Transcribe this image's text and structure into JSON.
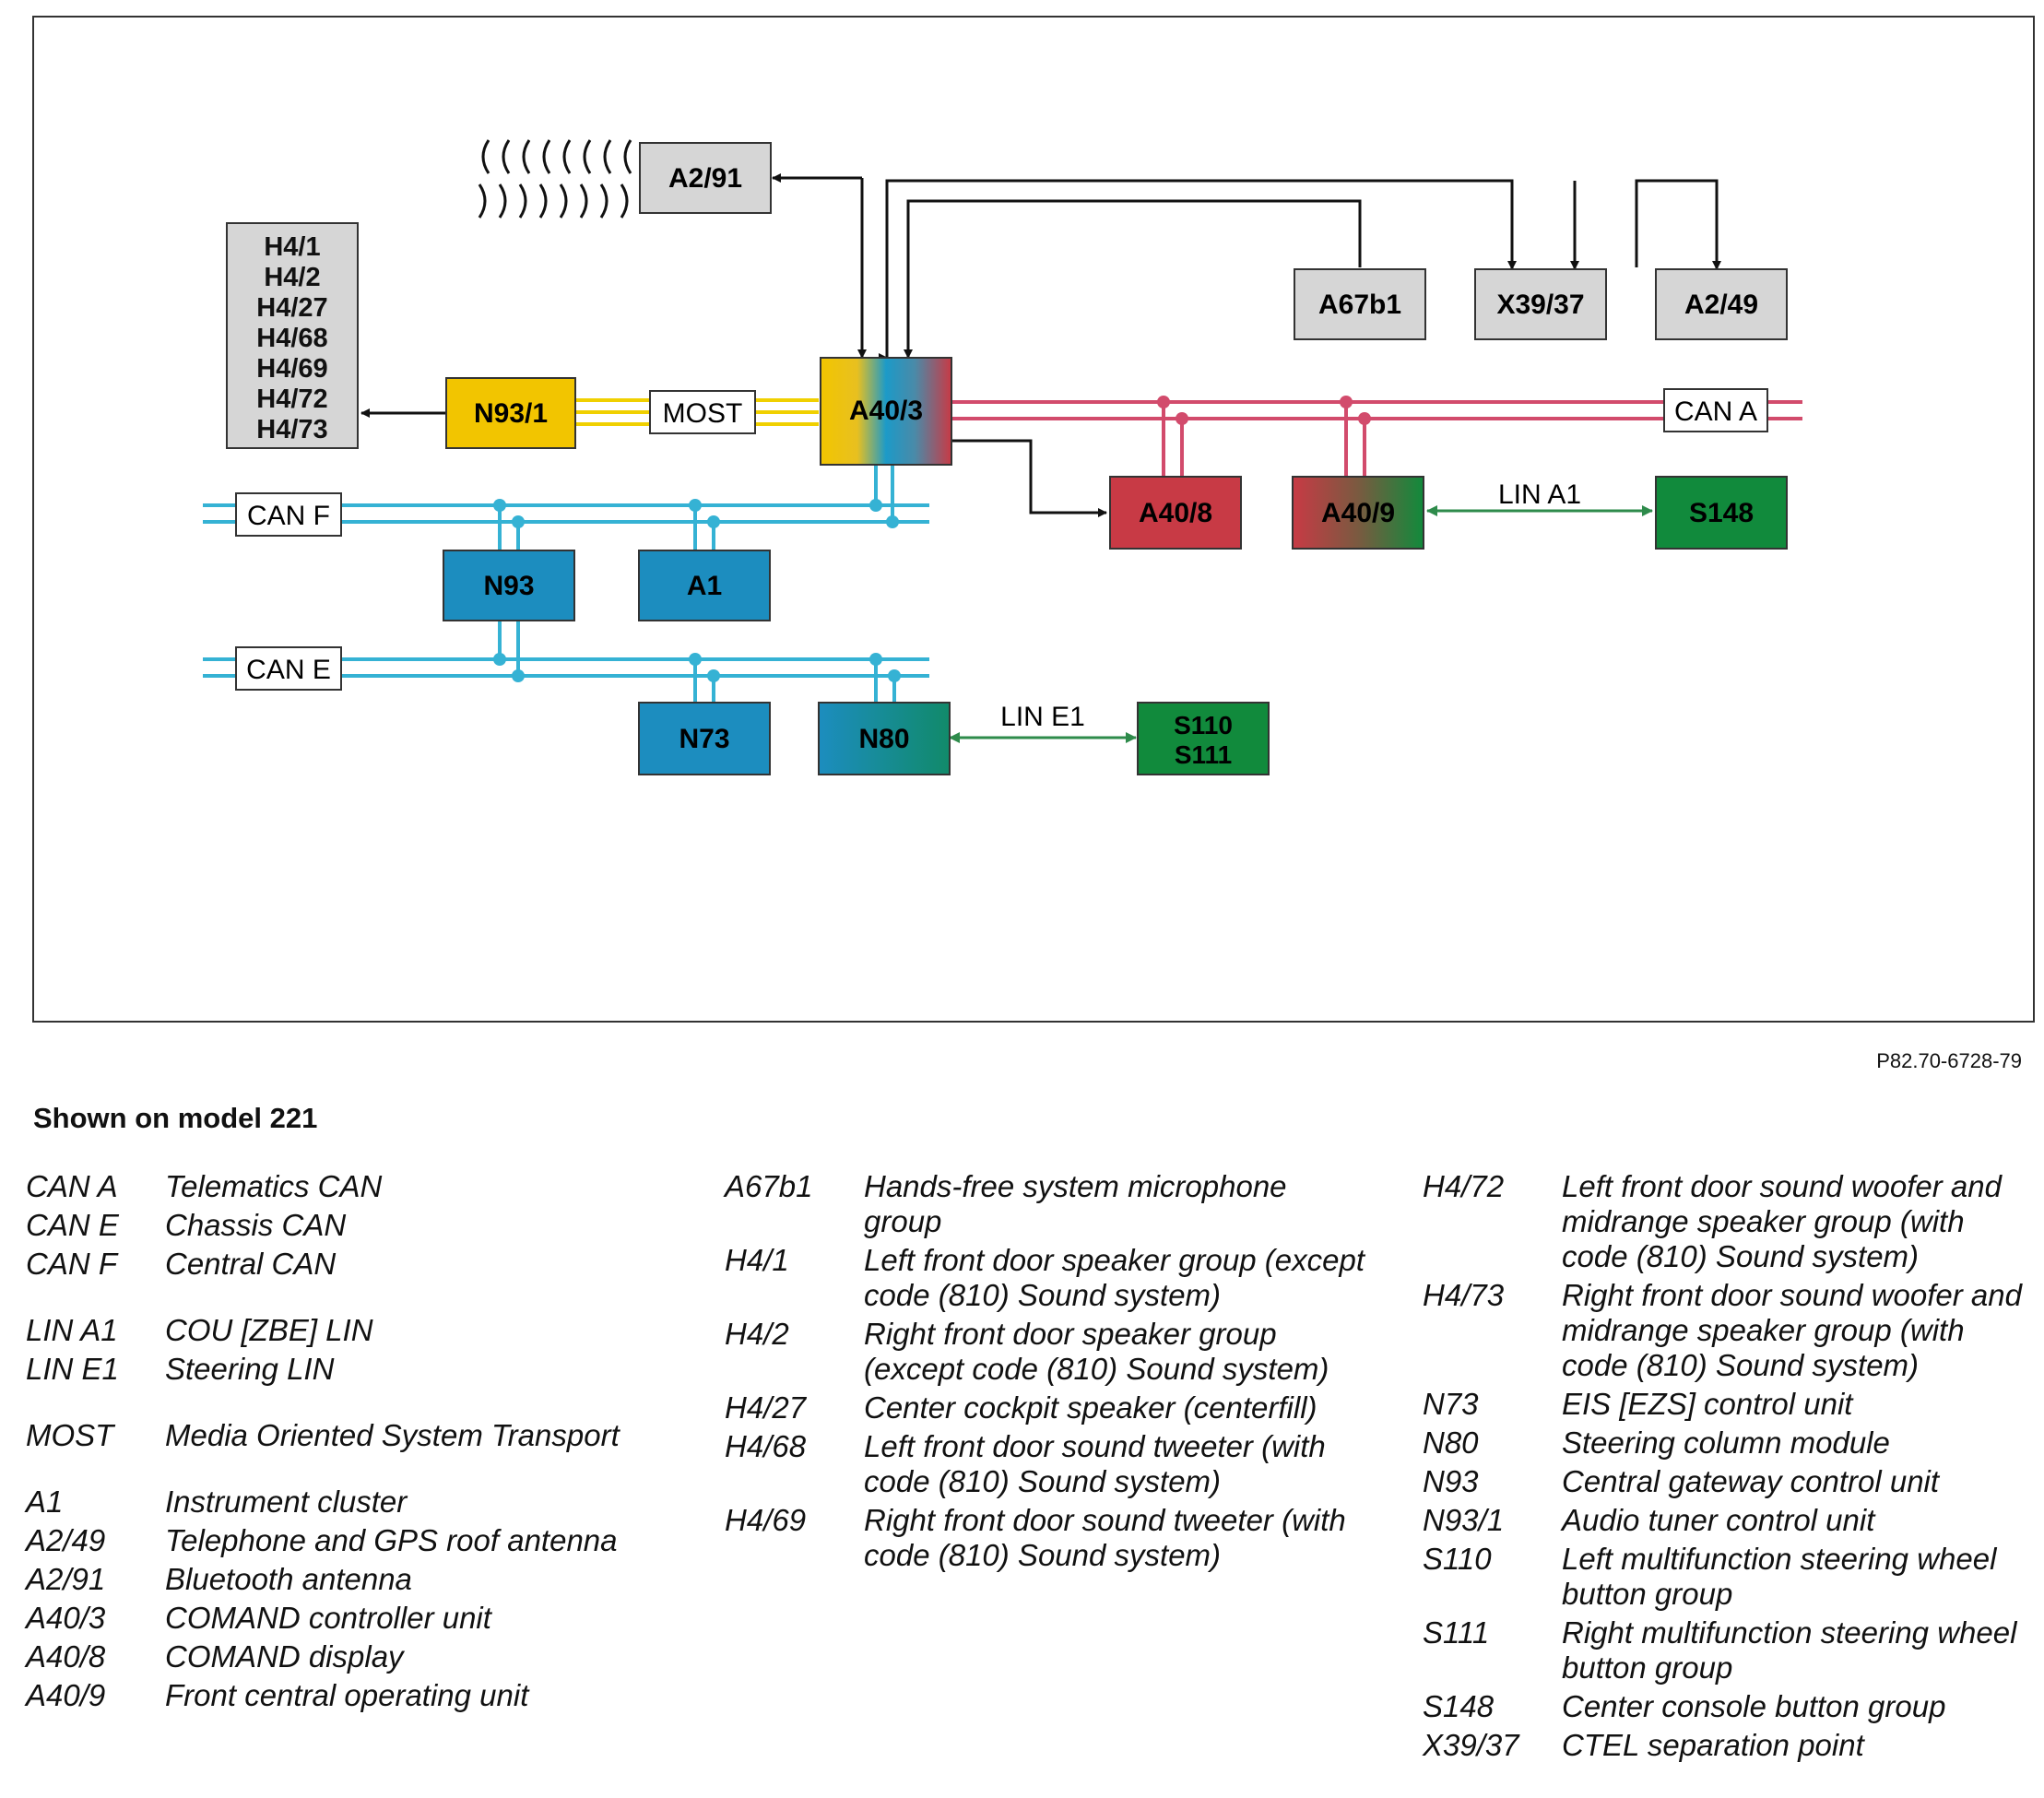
{
  "diagram": {
    "speaker_list": [
      "H4/1",
      "H4/2",
      "H4/27",
      "H4/68",
      "H4/69",
      "H4/72",
      "H4/73"
    ],
    "units": {
      "a2_91": "A2/91",
      "a67b1": "A67b1",
      "x39_37": "X39/37",
      "a2_49": "A2/49",
      "n93_1": "N93/1",
      "a40_3": "A40/3",
      "a40_8": "A40/8",
      "a40_9": "A40/9",
      "s148": "S148",
      "n93": "N93",
      "a1": "A1",
      "n73": "N73",
      "n80": "N80",
      "s110": "S110",
      "s111": "S111"
    },
    "bus_labels": {
      "most": "MOST",
      "can_a": "CAN A",
      "can_f": "CAN F",
      "can_e": "CAN E",
      "lin_a1": "LIN A1",
      "lin_e1": "LIN E1"
    },
    "colors": {
      "yellow": "#f2c500",
      "blue": "#1c8dbf",
      "red": "#c83a45",
      "green": "#118a3c",
      "gray": "#d6d6d6",
      "can_a_line": "#d24b6c",
      "can_line": "#35b2d4",
      "most_line": "#f0d000",
      "lin_line": "#2e8b4b"
    }
  },
  "reference": "P82.70-6728-79",
  "subtitle": "Shown on model 221",
  "legend": {
    "col1": [
      {
        "code": "CAN A",
        "desc": "Telematics CAN"
      },
      {
        "code": "CAN E",
        "desc": "Chassis CAN"
      },
      {
        "code": "CAN F",
        "desc": "Central CAN",
        "gap_after": true
      },
      {
        "code": "LIN A1",
        "desc": "COU [ZBE] LIN"
      },
      {
        "code": "LIN E1",
        "desc": "Steering LIN",
        "gap_after": true
      },
      {
        "code": "MOST",
        "desc": "Media Oriented System Transport",
        "gap_after": true
      },
      {
        "code": "A1",
        "desc": "Instrument cluster"
      },
      {
        "code": "A2/49",
        "desc": "Telephone and GPS roof antenna"
      },
      {
        "code": "A2/91",
        "desc": "Bluetooth antenna"
      },
      {
        "code": "A40/3",
        "desc": "COMAND controller unit"
      },
      {
        "code": "A40/8",
        "desc": "COMAND display"
      },
      {
        "code": "A40/9",
        "desc": "Front central operating unit"
      }
    ],
    "col2": [
      {
        "code": "A67b1",
        "desc": "Hands-free system microphone group"
      },
      {
        "code": "H4/1",
        "desc": "Left front door speaker group (except code (810) Sound system)"
      },
      {
        "code": "H4/2",
        "desc": "Right front door speaker group (except code (810) Sound system)"
      },
      {
        "code": "H4/27",
        "desc": "Center cockpit speaker (centerfill)"
      },
      {
        "code": "H4/68",
        "desc": "Left front door sound tweeter (with code (810) Sound system)"
      },
      {
        "code": "H4/69",
        "desc": "Right front door sound tweeter (with code (810) Sound system)"
      }
    ],
    "col3": [
      {
        "code": "H4/72",
        "desc": "Left front door sound woofer and midrange speaker group (with code (810) Sound system)"
      },
      {
        "code": "H4/73",
        "desc": "Right front door sound woofer and midrange speaker group (with code (810) Sound system)"
      },
      {
        "code": "N73",
        "desc": "EIS [EZS] control unit"
      },
      {
        "code": "N80",
        "desc": "Steering column module"
      },
      {
        "code": "N93",
        "desc": "Central gateway control unit"
      },
      {
        "code": "N93/1",
        "desc": "Audio tuner control unit"
      },
      {
        "code": "S110",
        "desc": "Left multifunction steering wheel button group"
      },
      {
        "code": "S111",
        "desc": "Right multifunction steering wheel button group"
      },
      {
        "code": "S148",
        "desc": "Center console button group"
      },
      {
        "code": "X39/37",
        "desc": "CTEL separation point"
      }
    ]
  }
}
